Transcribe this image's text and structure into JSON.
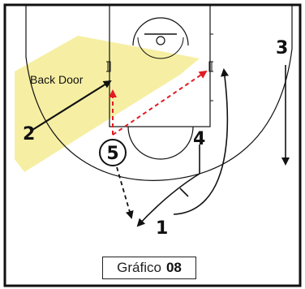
{
  "diagram": {
    "back_door_label": "Back Door",
    "players": [
      "1",
      "2",
      "3",
      "4",
      "5"
    ],
    "caption": {
      "text": "Gráfico",
      "number": "08"
    },
    "colors": {
      "highlight": "#f5ee9e",
      "pass": "#e31b23",
      "line": "#111111"
    }
  }
}
